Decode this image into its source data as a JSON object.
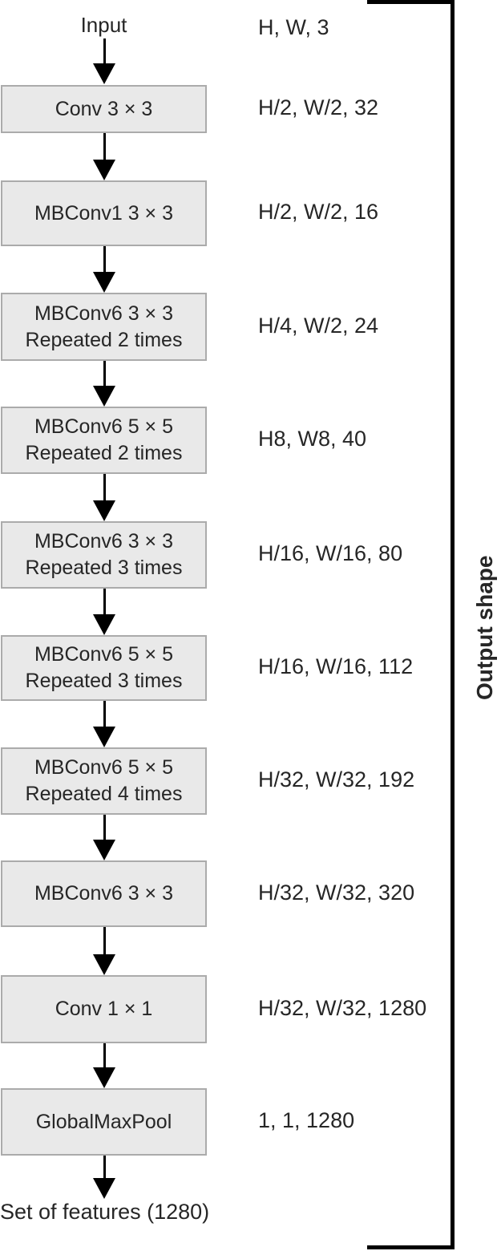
{
  "diagram": {
    "input_label": "Input",
    "input_shape": "H, W, 3",
    "layers": [
      {
        "name": "Conv 3 × 3",
        "repeat": "",
        "shape": "H/2, W/2, 32"
      },
      {
        "name": "MBConv1 3 × 3",
        "repeat": "",
        "shape": "H/2, W/2, 16"
      },
      {
        "name": "MBConv6 3 × 3",
        "repeat": "Repeated 2 times",
        "shape": "H/4, W/2, 24"
      },
      {
        "name": "MBConv6 5 × 5",
        "repeat": "Repeated 2 times",
        "shape": "H8, W8, 40"
      },
      {
        "name": "MBConv6 3 × 3",
        "repeat": "Repeated 3 times",
        "shape": "H/16, W/16, 80"
      },
      {
        "name": "MBConv6 5 × 5",
        "repeat": "Repeated 3 times",
        "shape": "H/16, W/16, 112"
      },
      {
        "name": "MBConv6 5 × 5",
        "repeat": "Repeated 4 times",
        "shape": "H/32, W/32, 192"
      },
      {
        "name": "MBConv6 3 × 3",
        "repeat": "",
        "shape": "H/32, W/32, 320"
      },
      {
        "name": "Conv 1 × 1",
        "repeat": "",
        "shape": "H/32, W/32, 1280"
      },
      {
        "name": "GlobalMaxPool",
        "repeat": "",
        "shape": "1, 1, 1280"
      }
    ],
    "output_label": "Set of features (1280)",
    "bracket_label": "Output shape",
    "colors": {
      "box_fill": "#e9e9e9",
      "box_border": "#ababab",
      "text": "#262626",
      "line": "#000000"
    }
  }
}
